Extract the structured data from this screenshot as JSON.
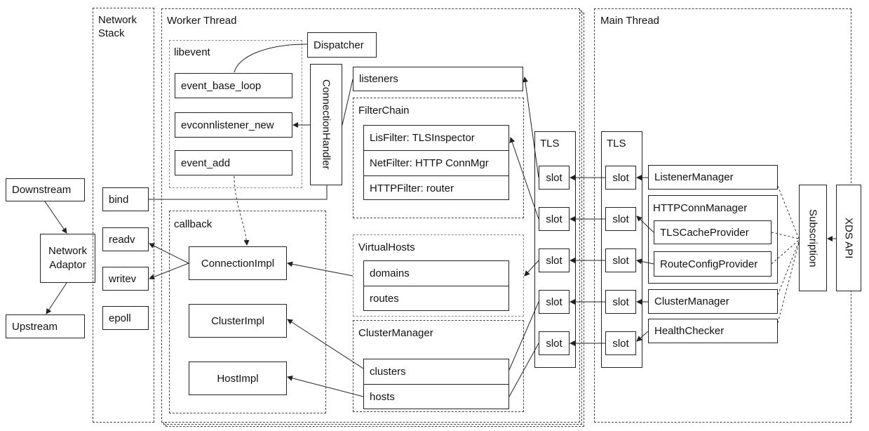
{
  "outer": {
    "downstream": "Downstream",
    "upstream": "Upstream",
    "network_adaptor_l1": "Network",
    "network_adaptor_l2": "Adaptor"
  },
  "network_stack": {
    "title_l1": "Network",
    "title_l2": "Stack",
    "items": [
      "bind",
      "readv",
      "writev",
      "epoll"
    ]
  },
  "worker": {
    "title": "Worker Thread",
    "libevent": {
      "title": "libevent",
      "items": [
        "event_base_loop",
        "evconnlistener_new",
        "event_add"
      ]
    },
    "dispatcher": "Dispatcher",
    "connection_handler": "ConnectionHandler",
    "callback": {
      "title": "callback",
      "items": [
        "ConnectionImpl",
        "ClusterImpl",
        "HostImpl"
      ]
    },
    "listeners": "listeners",
    "filter_chain": {
      "title": "FilterChain",
      "items": [
        "LisFilter: TLSInspector",
        "NetFilter: HTTP ConnMgr",
        "HTTPFilter: router"
      ]
    },
    "virtual_hosts": {
      "title": "VirtualHosts",
      "items": [
        "domains",
        "routes"
      ]
    },
    "cluster_manager": {
      "title": "ClusterManager",
      "items": [
        "clusters",
        "hosts"
      ]
    },
    "tls": {
      "title": "TLS",
      "slot": "slot"
    }
  },
  "main": {
    "title": "Main Thread",
    "tls": {
      "title": "TLS",
      "slot": "slot"
    },
    "listener_manager": "ListenerManager",
    "http_conn_manager": {
      "title": "HTTPConnManager",
      "items": [
        "TLSCacheProvider",
        "RouteConfigProvider"
      ]
    },
    "cluster_manager": "ClusterManager",
    "health_checker": "HealthChecker",
    "subscription": "Subscription",
    "xds_api": "XDS API"
  }
}
